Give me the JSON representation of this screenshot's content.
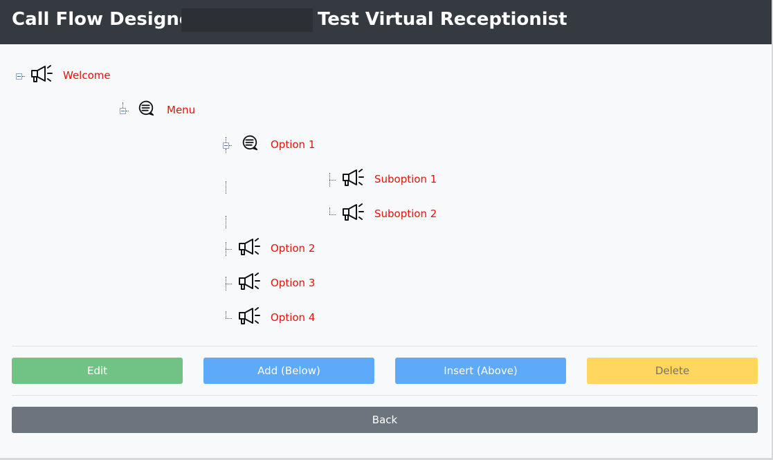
{
  "header": {
    "title": "Call Flow Designer:",
    "subtitle": "Test Virtual Receptionist"
  },
  "tree": {
    "welcome": {
      "label": "Welcome",
      "icon": "megaphone-icon"
    },
    "menu": {
      "label": "Menu",
      "icon": "speech-bubble-icon"
    },
    "option1": {
      "label": "Option 1",
      "icon": "speech-bubble-icon"
    },
    "suboption1": {
      "label": "Suboption 1",
      "icon": "megaphone-icon"
    },
    "suboption2": {
      "label": "Suboption 2",
      "icon": "megaphone-icon"
    },
    "option2": {
      "label": "Option 2",
      "icon": "megaphone-icon"
    },
    "option3": {
      "label": "Option 3",
      "icon": "megaphone-icon"
    },
    "option4": {
      "label": "Option 4",
      "icon": "megaphone-icon"
    }
  },
  "actions": {
    "edit": "Edit",
    "add_below": "Add (Below)",
    "insert_above": "Insert (Above)",
    "delete": "Delete",
    "back": "Back"
  },
  "colors": {
    "header_bg": "#343a40",
    "label": "#e3120b",
    "edit": "#71c385",
    "add": "#5eaaf8",
    "delete": "#ffd65e",
    "back": "#6c757d"
  }
}
